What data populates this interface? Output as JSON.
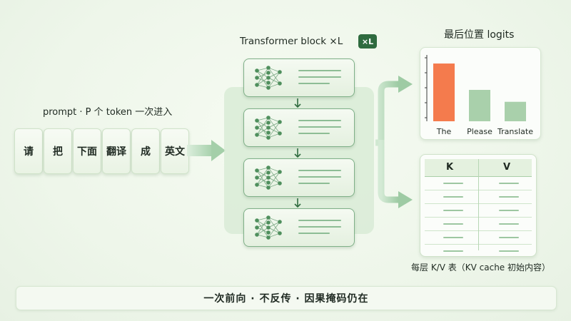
{
  "prompt": {
    "label": "prompt · P 个 token 一次进入",
    "tokens": [
      "请",
      "把",
      "下面",
      "翻译",
      "成",
      "英文"
    ]
  },
  "transformer": {
    "title": "Transformer block ×L",
    "badge": "×L",
    "block_count": 4,
    "icon": "neural-network-icon"
  },
  "logits": {
    "title": "最后位置 logits"
  },
  "chart_data": {
    "type": "bar",
    "title": "最后位置 logits",
    "categories": [
      "The",
      "Please",
      "Translate"
    ],
    "values": [
      0.92,
      0.5,
      0.31
    ],
    "ylim": [
      0,
      1
    ],
    "colors": [
      "#f47b4d",
      "#a9d0ab",
      "#a9d0ab"
    ],
    "grid": false
  },
  "kv_cache": {
    "headers": [
      "K",
      "V"
    ],
    "row_count": 6,
    "caption": "每层 K/V 表（KV cache 初始内容）"
  },
  "footer": {
    "text": "一次前向 · 不反传 · 因果掩码仍在"
  },
  "colors": {
    "accent": "#2f6b3f",
    "block_border": "#7fb088",
    "highlight_bar": "#f47b4d",
    "muted_bar": "#a9d0ab"
  }
}
